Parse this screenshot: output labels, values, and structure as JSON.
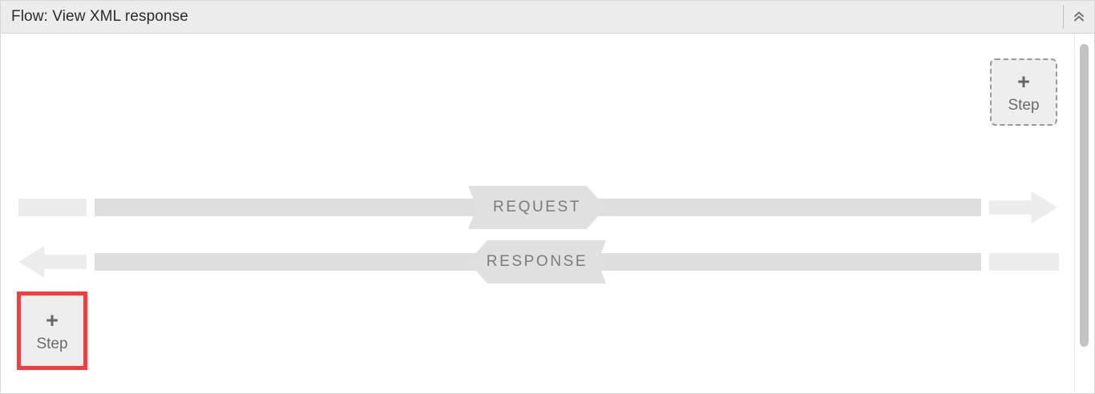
{
  "panel": {
    "title": "Flow: View XML response",
    "collapse_icon": "double-chevron-up-icon"
  },
  "steps": [
    {
      "id": "add-step-top-right",
      "plus": "+",
      "label": "Step",
      "state": "dashed-placeholder",
      "highlight_color": ""
    },
    {
      "id": "add-step-bottom-left",
      "plus": "+",
      "label": "Step",
      "state": "highlighted",
      "highlight_color": "#fb3b3b"
    }
  ],
  "flow": {
    "request": {
      "label": "REQUEST",
      "direction": "right"
    },
    "response": {
      "label": "RESPONSE",
      "direction": "left"
    }
  },
  "colors": {
    "header_bg": "#ececec",
    "panel_border": "#d7d7d7",
    "lane_light": "#ececec",
    "lane_dark": "#dedede",
    "banner_bg": "#e0e0e0",
    "banner_text": "#7b7b7b",
    "highlight": "#fb3b3b",
    "scroll_thumb": "#c2c2c2"
  }
}
